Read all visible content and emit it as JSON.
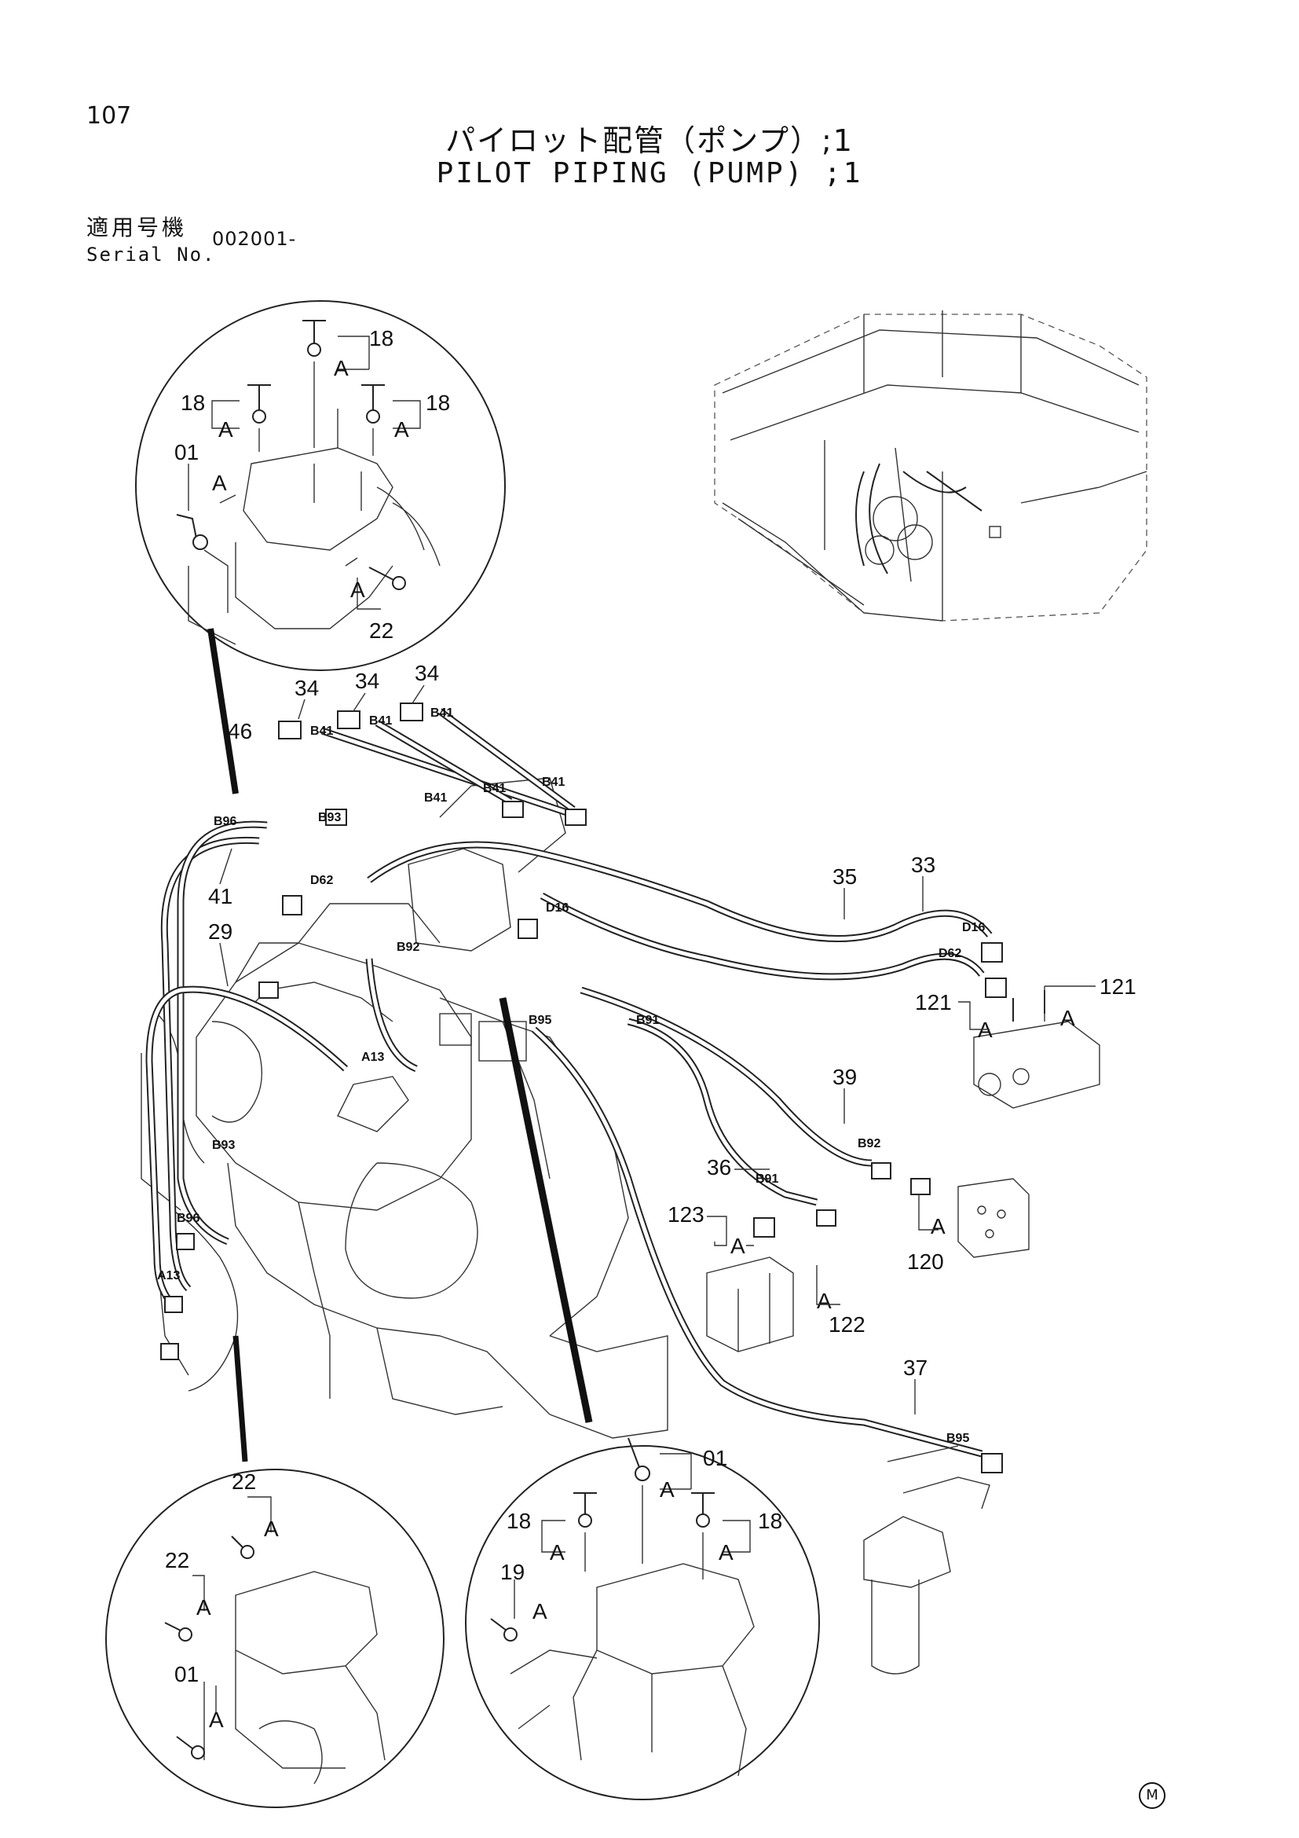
{
  "page": {
    "number": "107",
    "title_jp": "パイロット配管（ポンプ）;1",
    "title_en": "PILOT PIPING (PUMP) ;1",
    "serial_label_jp": "適用号機",
    "serial_label_en": "Serial No.",
    "serial_value": "002001-",
    "mark": "M"
  },
  "callouts": {
    "c18_top": "18",
    "c18_left": "18",
    "c18_right": "18",
    "c01_tl": "01",
    "c22_tl": "22",
    "cA_top": "A",
    "cA_left": "A",
    "cA_right": "A",
    "cA_01": "A",
    "cA_22": "A",
    "c34a": "34",
    "c34b": "34",
    "c34c": "34",
    "c46": "46",
    "c41": "41",
    "c29": "29",
    "c35": "35",
    "c33": "33",
    "c121a": "121",
    "c121b": "121",
    "cA_121a": "A",
    "cA_121b": "A",
    "c39": "39",
    "c36": "36",
    "c123": "123",
    "cA_123": "A",
    "cA_122": "A",
    "c122": "122",
    "cA_120": "A",
    "c120": "120",
    "c37": "37",
    "c22_bl1": "22",
    "cA_bl1": "A",
    "c22_bl2": "22",
    "cA_bl2": "A",
    "c01_bl": "01",
    "cA_bl3": "A",
    "c01_br": "01",
    "cA_br1": "A",
    "c18_br_l": "18",
    "cA_br2": "A",
    "c18_br_r": "18",
    "cA_br3": "A",
    "c19_br": "19",
    "cA_br4": "A"
  },
  "hose_codes": {
    "b41_1": "B41",
    "b41_2": "B41",
    "b41_3": "B41",
    "b41_4": "B41",
    "b41_5": "B41",
    "b41_6": "B41",
    "b96_top": "B96",
    "b93_top": "B93",
    "d62_top": "D62",
    "b92_mid": "B92",
    "d16_mid": "D16",
    "b95_mid": "B95",
    "b91_mid": "B91",
    "a13_mid": "A13",
    "d16_right": "D16",
    "d62_right": "D62",
    "b92_right": "B92",
    "b91_low": "B91",
    "b93_left": "B93",
    "b96_left": "B96",
    "a13_left": "A13",
    "b95_low": "B95"
  }
}
